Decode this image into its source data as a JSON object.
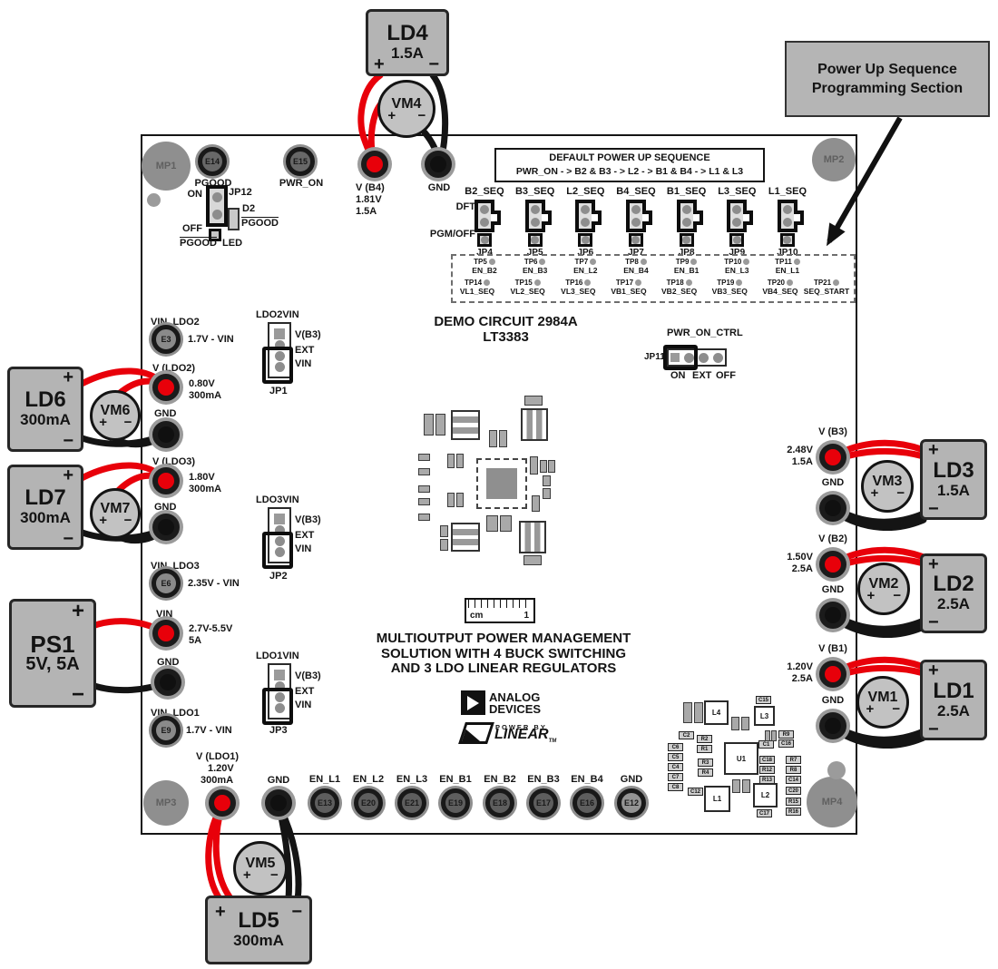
{
  "signs": {
    "plus": "+",
    "minus": "−"
  },
  "callout": {
    "line1": "Power Up Sequence",
    "line2": "Programming Section"
  },
  "board": {
    "title1": "DEMO CIRCUIT 2984A",
    "title2": "LT3383",
    "desc1": "MULTIOUTPUT POWER MANAGEMENT",
    "desc2": "SOLUTION WITH 4 BUCK SWITCHING",
    "desc3": "AND 3 LDO LINEAR REGULATORS"
  },
  "logo": {
    "analog": "ANALOG",
    "devices": "DEVICES",
    "power_by": "POWER BY",
    "linear": "LINEAR",
    "tm": "TM"
  },
  "ruler": {
    "unit": "cm",
    "mark": "1"
  },
  "mounting": {
    "mp1": "MP1",
    "mp2": "MP2",
    "mp3": "MP3",
    "mp4": "MP4"
  },
  "default_sequence": {
    "line1": "DEFAULT POWER UP SEQUENCE",
    "line2": "PWR_ON - > B2 & B3 - > L2 - > B1 & B4 - > L1 & L3"
  },
  "seq": {
    "dft": "DFT",
    "pgm_off": "PGM/OFF",
    "jumpers": [
      {
        "signal": "B2_SEQ",
        "jp": "JP4",
        "tp": "TP5",
        "en": "EN_B2",
        "tp2": "TP14",
        "net": "VL1_SEQ"
      },
      {
        "signal": "B3_SEQ",
        "jp": "JP5",
        "tp": "TP6",
        "en": "EN_B3",
        "tp2": "TP15",
        "net": "VL2_SEQ"
      },
      {
        "signal": "L2_SEQ",
        "jp": "JP6",
        "tp": "TP7",
        "en": "EN_L2",
        "tp2": "TP16",
        "net": "VL3_SEQ"
      },
      {
        "signal": "B4_SEQ",
        "jp": "JP7",
        "tp": "TP8",
        "en": "EN_B4",
        "tp2": "TP17",
        "net": "VB1_SEQ"
      },
      {
        "signal": "B1_SEQ",
        "jp": "JP8",
        "tp": "TP9",
        "en": "EN_B1",
        "tp2": "TP18",
        "net": "VB2_SEQ"
      },
      {
        "signal": "L3_SEQ",
        "jp": "JP9",
        "tp": "TP10",
        "en": "EN_L3",
        "tp2": "TP19",
        "net": "VB3_SEQ"
      },
      {
        "signal": "L1_SEQ",
        "jp": "JP10",
        "tp": "TP11",
        "en": "EN_L1",
        "tp2": "TP20",
        "net": "VB4_SEQ"
      }
    ],
    "tp21": {
      "tp": "TP21",
      "net": "SEQ_START"
    }
  },
  "pgood": {
    "e14": "E14",
    "pgood": "PGOOD",
    "e15": "E15",
    "pwr_on": "PWR_ON",
    "jp12": "JP12",
    "on": "ON",
    "off": "OFF",
    "d2": "D2",
    "d2_net": "PGOOD",
    "led1": "PGOOD",
    "led2": "LED"
  },
  "pwr_ctrl": {
    "label": "PWR_ON_CTRL",
    "jp": "JP11",
    "on": "ON",
    "ext": "EXT",
    "off": "OFF"
  },
  "vin_sel": [
    {
      "name": "LDO2VIN",
      "jp": "JP1",
      "p1": "V(B3)",
      "p2": "EXT",
      "p3": "VIN"
    },
    {
      "name": "LDO3VIN",
      "jp": "JP2",
      "p1": "V(B3)",
      "p2": "EXT",
      "p3": "VIN"
    },
    {
      "name": "LDO1VIN",
      "jp": "JP3",
      "p1": "V(B3)",
      "p2": "EXT",
      "p3": "VIN"
    }
  ],
  "io": {
    "v_b4": {
      "name": "V (B4)",
      "v": "1.81V",
      "i": "1.5A",
      "gnd": "GND"
    },
    "vin_ldo2": {
      "name": "VIN_LDO2",
      "e": "E3",
      "range": "1.7V - VIN"
    },
    "v_ldo2": {
      "name": "V (LDO2)",
      "v": "0.80V",
      "i": "300mA",
      "gnd": "GND"
    },
    "v_ldo3": {
      "name": "V (LDO3)",
      "v": "1.80V",
      "i": "300mA",
      "gnd": "GND"
    },
    "vin_ldo3": {
      "name": "VIN_LDO3",
      "e": "E6",
      "range": "2.35V - VIN"
    },
    "vin": {
      "name": "VIN",
      "range": "2.7V-5.5V",
      "i": "5A",
      "gnd": "GND"
    },
    "vin_ldo1": {
      "name": "VIN_LDO1",
      "e": "E9",
      "range": "1.7V - VIN"
    },
    "v_ldo1": {
      "name": "V (LDO1)",
      "v": "1.20V",
      "i": "300mA",
      "gnd": "GND"
    },
    "v_b3": {
      "name": "V (B3)",
      "v": "2.48V",
      "i": "1.5A",
      "gnd": "GND"
    },
    "v_b2": {
      "name": "V (B2)",
      "v": "1.50V",
      "i": "2.5A",
      "gnd": "GND"
    },
    "v_b1": {
      "name": "V (B1)",
      "v": "1.20V",
      "i": "2.5A",
      "gnd": "GND"
    }
  },
  "en_posts": [
    {
      "label": "EN_L1",
      "e": "E13"
    },
    {
      "label": "EN_L2",
      "e": "E20"
    },
    {
      "label": "EN_L3",
      "e": "E21"
    },
    {
      "label": "EN_B1",
      "e": "E19"
    },
    {
      "label": "EN_B2",
      "e": "E18"
    },
    {
      "label": "EN_B3",
      "e": "E17"
    },
    {
      "label": "EN_B4",
      "e": "E16"
    },
    {
      "label": "GND",
      "e": "E12"
    }
  ],
  "loads": {
    "ld1": {
      "name": "LD1",
      "rating": "2.5A"
    },
    "ld2": {
      "name": "LD2",
      "rating": "2.5A"
    },
    "ld3": {
      "name": "LD3",
      "rating": "1.5A"
    },
    "ld4": {
      "name": "LD4",
      "rating": "1.5A"
    },
    "ld5": {
      "name": "LD5",
      "rating": "300mA"
    },
    "ld6": {
      "name": "LD6",
      "rating": "300mA"
    },
    "ld7": {
      "name": "LD7",
      "rating": "300mA"
    },
    "ps1": {
      "name": "PS1",
      "rating": "5V, 5A"
    }
  },
  "meters": {
    "vm1": "VM1",
    "vm2": "VM2",
    "vm3": "VM3",
    "vm4": "VM4",
    "vm5": "VM5",
    "vm6": "VM6",
    "vm7": "VM7"
  },
  "silk": {
    "u1": "U1",
    "l1": "L1",
    "l2": "L2",
    "l3": "L3",
    "l4": "L4",
    "refdes": [
      "C15",
      "C2",
      "R2",
      "R1",
      "C6",
      "C5",
      "C4",
      "C7",
      "C8",
      "R3",
      "R4",
      "C1",
      "R9",
      "C16",
      "C18",
      "R12",
      "R13",
      "R7",
      "R8",
      "C14",
      "C20",
      "R15",
      "R16",
      "C12",
      "C17"
    ]
  }
}
